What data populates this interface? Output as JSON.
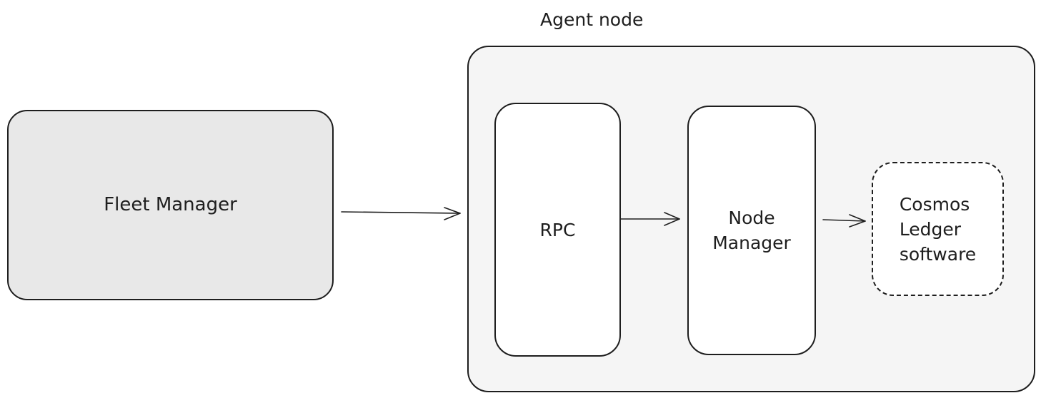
{
  "diagram": {
    "agent_node": {
      "title": "Agent node"
    },
    "nodes": {
      "fleet_manager": "Fleet Manager",
      "rpc": "RPC",
      "node_manager": "Node\nManager",
      "cosmos_ledger": "Cosmos\nLedger\nsoftware"
    },
    "edges": [
      {
        "from": "Fleet Manager",
        "to": "Agent node"
      },
      {
        "from": "RPC",
        "to": "Node Manager"
      },
      {
        "from": "Node Manager",
        "to": "Cosmos Ledger software"
      }
    ],
    "colors": {
      "stroke": "#1e1e1e",
      "fleet_manager_fill": "#e8e8e8",
      "agent_node_fill": "#f5f5f5",
      "inner_fill": "#ffffff"
    }
  }
}
